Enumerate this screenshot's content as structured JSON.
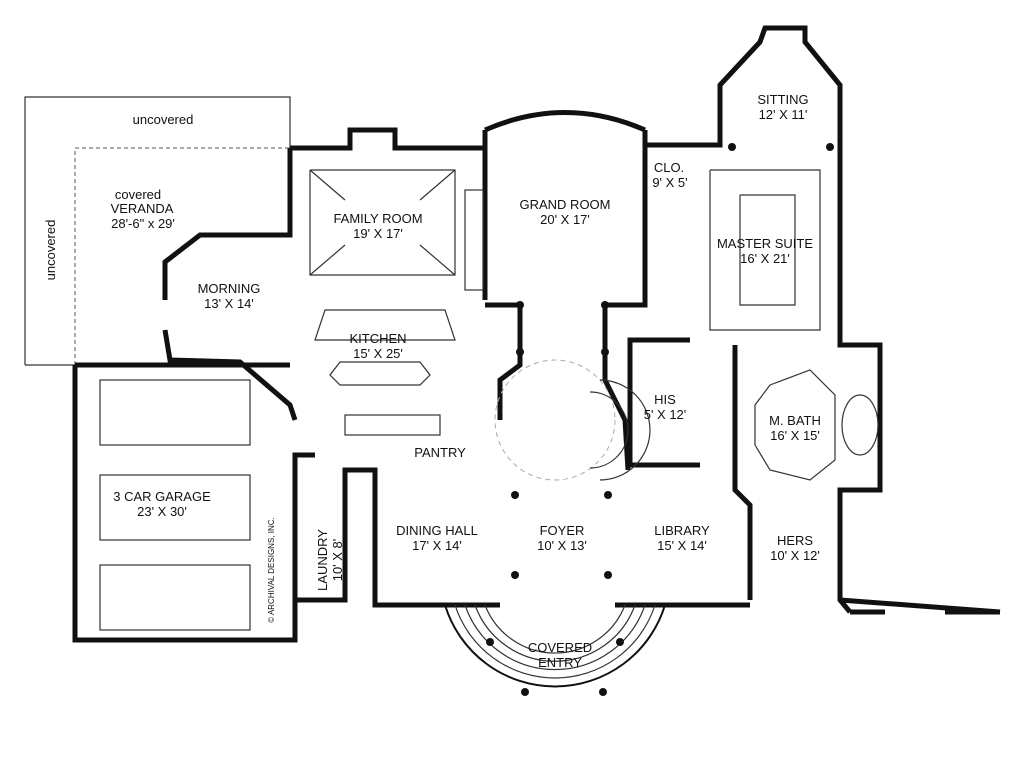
{
  "plan": {
    "copyright": "© ARCHIVAL DESIGNS, INC.",
    "areas": {
      "uncovered_top": "uncovered",
      "uncovered_left": "uncovered",
      "veranda": {
        "line1": "covered",
        "line2": "VERANDA",
        "size": "28'-6\" x 29'"
      },
      "family_room": {
        "name": "FAMILY ROOM",
        "size": "19' X 17'"
      },
      "grand_room": {
        "name": "GRAND ROOM",
        "size": "20' X 17'"
      },
      "sitting": {
        "name": "SITTING",
        "size": "12' X 11'"
      },
      "closet": {
        "name": "CLO.",
        "size": "9' X 5'"
      },
      "master_suite": {
        "name": "MASTER SUITE",
        "size": "16' X 21'"
      },
      "morning": {
        "name": "MORNING",
        "size": "13' X 14'"
      },
      "kitchen": {
        "name": "KITCHEN",
        "size": "15' X 25'"
      },
      "his": {
        "name": "HIS",
        "size": "5' X 12'"
      },
      "m_bath": {
        "name": "M. BATH",
        "size": "16' X 15'"
      },
      "pantry": {
        "name": "PANTRY"
      },
      "garage": {
        "name": "3 CAR GARAGE",
        "size": "23' X 30'"
      },
      "laundry": {
        "name": "LAUNDRY",
        "size": "10' X 8'"
      },
      "dining": {
        "name": "DINING HALL",
        "size": "17' X 14'"
      },
      "foyer": {
        "name": "FOYER",
        "size": "10' X 13'"
      },
      "library": {
        "name": "LIBRARY",
        "size": "15' X 14'"
      },
      "hers": {
        "name": "HERS",
        "size": "10' X 12'"
      },
      "entry": {
        "line1": "COVERED",
        "line2": "ENTRY"
      }
    }
  }
}
